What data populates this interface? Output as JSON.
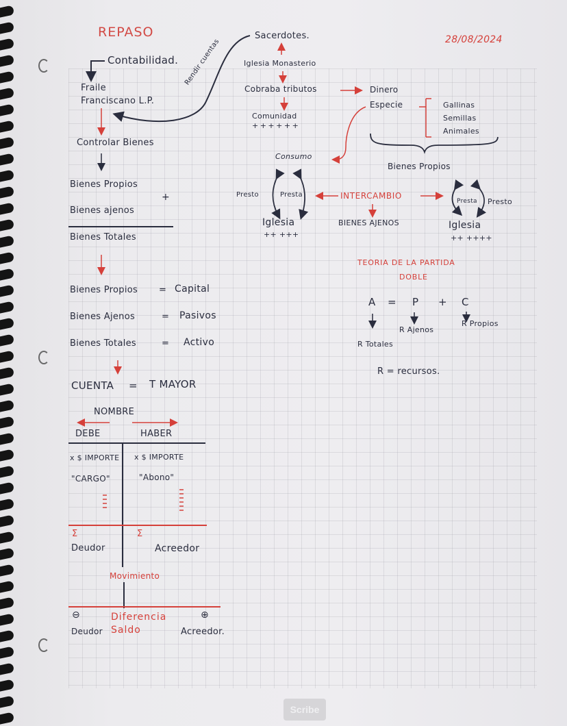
{
  "header": {
    "title": "REPASO",
    "date": "28/08/2024"
  },
  "left_chain": {
    "contabilidad": "Contabilidad.",
    "fraile": "Fraile",
    "franciscano": "Franciscano L.P.",
    "rendir_cuentas": "Rendir cuentas",
    "controlar_bienes": "Controlar Bienes",
    "bienes_propios": "Bienes Propios",
    "plus": "+",
    "bienes_ajenos": "Bienes ajenos",
    "bienes_totales": "Bienes Totales"
  },
  "equivalences": [
    {
      "left": "Bienes Propios",
      "eq": "=",
      "right": "Capital"
    },
    {
      "left": "Bienes Ajenos",
      "eq": "=",
      "right": "Pasivos"
    },
    {
      "left": "Bienes Totales",
      "eq": "=",
      "right": "Activo"
    }
  ],
  "cuenta": {
    "left": "CUENTA",
    "eq": "=",
    "right": "T MAYOR"
  },
  "t_account": {
    "nombre": "NOMBRE",
    "debe": "DEBE",
    "haber": "HABER",
    "debe_importe": "x $ IMPORTE",
    "haber_importe": "x $ IMPORTE",
    "debe_label": "\"CARGO\"",
    "haber_label": "\"Abono\"",
    "sigma": "Σ",
    "deudor": "Deudor",
    "acreedor": "Acreedor",
    "movimiento": "Movimiento",
    "diferencia": "Diferencia",
    "saldo": "Saldo",
    "minus_symbol": "⊖",
    "plus_symbol": "⊕",
    "saldo_deudor": "Deudor",
    "saldo_acreedor": "Acreedor."
  },
  "center_chain": {
    "sacerdotes": "Sacerdotes.",
    "iglesia_monasterio": "Iglesia Monasterio",
    "cobraba_tributos": "Cobraba tributos",
    "comunidad": "Comunidad",
    "comunidad_people": "+ + + + + +",
    "consumo": "Consumo"
  },
  "right_chain": {
    "dinero": "Dinero",
    "especie": "Especie",
    "especie_items": [
      "Gallinas",
      "Semillas",
      "Animales"
    ],
    "bienes_propios": "Bienes Propios"
  },
  "intercambio": {
    "label": "INTERCAMBIO",
    "result": "BIENES AJENOS",
    "left": {
      "presto": "Presto",
      "presta": "Presta",
      "iglesia": "Iglesia",
      "people": "++ +++"
    },
    "right": {
      "presto": "Presto",
      "presta": "Presta",
      "iglesia": "Iglesia",
      "people": "++ ++++"
    }
  },
  "partida_doble": {
    "title_line1": "TEORIA DE LA PARTIDA",
    "title_line2": "DOBLE",
    "formula": {
      "a": "A",
      "eq": "=",
      "p": "P",
      "plus": "+",
      "c": "C"
    },
    "a_meaning": "R Totales",
    "p_meaning": "R Ajenos",
    "c_meaning": "R Propios",
    "legend": "R = recursos."
  },
  "watermark": "Scribe",
  "colors": {
    "ink_blue": "#2a2d3e",
    "ink_red": "#d5403a",
    "paper": "#eceaed",
    "grid": "#b9b8c0"
  }
}
